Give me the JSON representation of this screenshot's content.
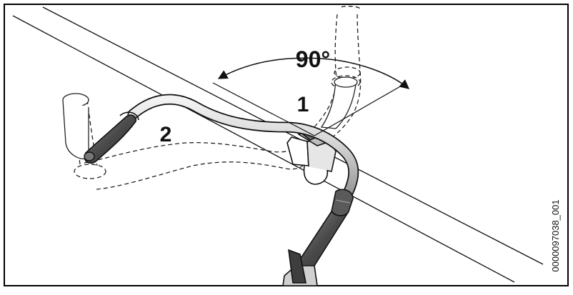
{
  "diagram": {
    "angle_label": "90°",
    "callouts": {
      "one": "1",
      "two": "2"
    },
    "figure_code": "0000097038_001"
  },
  "colors": {
    "frame": "#000000",
    "line": "#1a1a1a",
    "handle_fill": "#d9d9d9",
    "grip_dark": "#4a4a4a",
    "grip_mid": "#7a7a7a"
  },
  "icons": [
    "angle-arrow-icon",
    "bike-handlebar-icon"
  ]
}
